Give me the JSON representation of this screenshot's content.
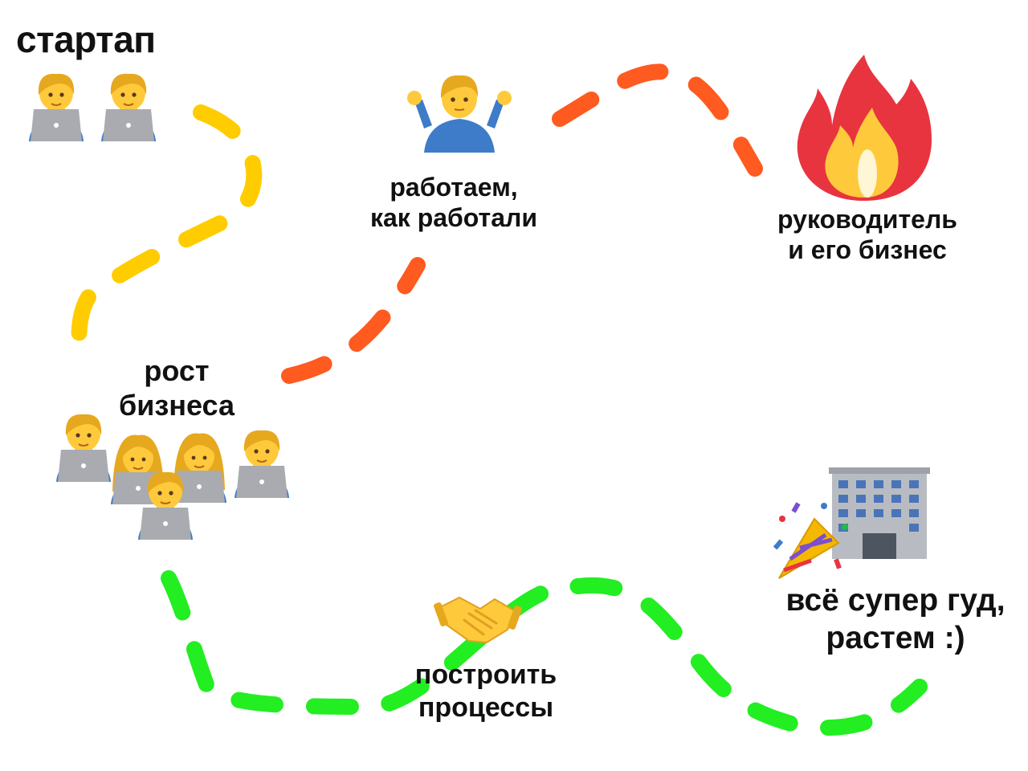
{
  "labels": {
    "startup": "стартап",
    "working_line1": "работаем,",
    "working_line2": "как работали",
    "manager_line1": "руководитель",
    "manager_line2": "и его бизнес",
    "growth_line1": "рост",
    "growth_line2": "бизнеса",
    "process_line1": "построить",
    "process_line2": "процессы",
    "good_line1": "всё супер гуд,",
    "good_line2": "растем :)"
  },
  "colors": {
    "stage_yellow": "#FFCC00",
    "stage_orange": "#FF5A1F",
    "stage_green": "#22EE22",
    "text": "#111111",
    "laptop": "#A9ABB0",
    "skin": "#FFC93C",
    "hair": "#E6A81E",
    "shirt": "#3E7CC9",
    "fire_outer": "#E8343F",
    "fire_inner": "#FFC93C",
    "building": "#B8BCC2",
    "window": "#4A74B8",
    "party": "#F5B800"
  },
  "icons": {
    "startup_team": [
      "man-technologist-icon",
      "man-technologist-icon"
    ],
    "working": "person-shrugging-icon",
    "manager": "fire-icon",
    "growth_team": [
      "man-technologist-icon",
      "woman-technologist-icon",
      "woman-technologist-icon",
      "man-technologist-icon",
      "man-technologist-icon"
    ],
    "process": "handshake-icon",
    "good": [
      "party-popper-icon",
      "office-building-icon"
    ]
  }
}
